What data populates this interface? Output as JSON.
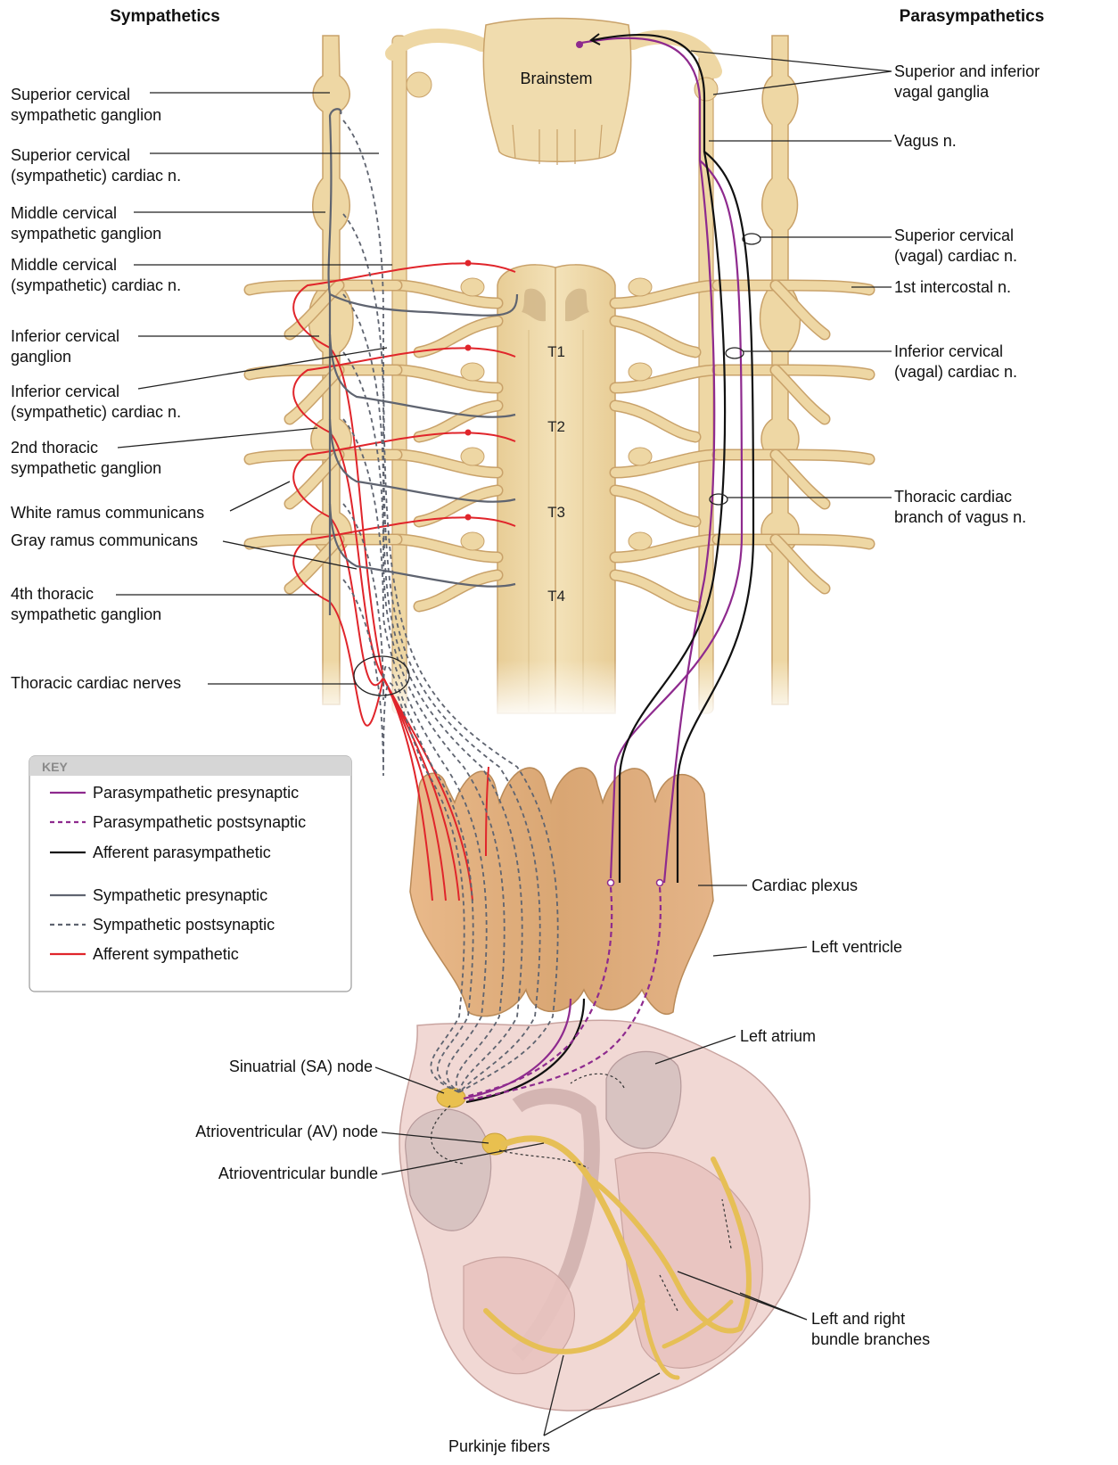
{
  "headers": {
    "left": "Sympathetics",
    "right": "Parasympathetics"
  },
  "central": {
    "brainstem": "Brainstem",
    "segments": [
      "T1",
      "T2",
      "T3",
      "T4"
    ]
  },
  "labels_left": [
    "Superior cervical\nsympathetic ganglion",
    "Superior cervical\n(sympathetic) cardiac n.",
    "Middle cervical\nsympathetic ganglion",
    "Middle cervical\n(sympathetic) cardiac n.",
    "Inferior cervical\nganglion",
    "Inferior cervical\n(sympathetic) cardiac n.",
    "2nd thoracic\nsympathetic ganglion",
    "White ramus communicans",
    "Gray ramus communicans",
    "4th thoracic\nsympathetic ganglion",
    "Thoracic cardiac nerves"
  ],
  "labels_right": [
    "Superior and inferior\nvagal ganglia",
    "Vagus n.",
    "Superior cervical\n(vagal) cardiac n.",
    "1st intercostal n.",
    "Inferior cervical\n(vagal) cardiac n.",
    "Thoracic cardiac\nbranch of vagus n.",
    "Cardiac plexus",
    "Left atrium",
    "Left ventricle",
    "Left and right\nbundle branches"
  ],
  "labels_heart_left": [
    "Sinuatrial (SA) node",
    "Atrioventricular (AV) node",
    "Atrioventricular bundle"
  ],
  "labels_bottom": [
    "Purkinje fibers"
  ],
  "key": {
    "title": "KEY",
    "items": [
      {
        "label": "Parasympathetic presynaptic",
        "color": "#8e2a8e",
        "style": "solid"
      },
      {
        "label": "Parasympathetic postsynaptic",
        "color": "#8e2a8e",
        "style": "dashed"
      },
      {
        "label": "Afferent parasympathetic",
        "color": "#111111",
        "style": "solid"
      },
      {
        "label": "Sympathetic presynaptic",
        "color": "#5f6470",
        "style": "solid"
      },
      {
        "label": "Sympathetic postsynaptic",
        "color": "#5f6470",
        "style": "dashed"
      },
      {
        "label": "Afferent sympathetic",
        "color": "#e0252b",
        "style": "solid"
      }
    ]
  },
  "colors": {
    "nerve_fill": "#eed7a4",
    "nerve_edge": "#c9a26a",
    "plexus": "#d7a673",
    "heart": "#eecfc9",
    "node": "#e9c04f"
  }
}
